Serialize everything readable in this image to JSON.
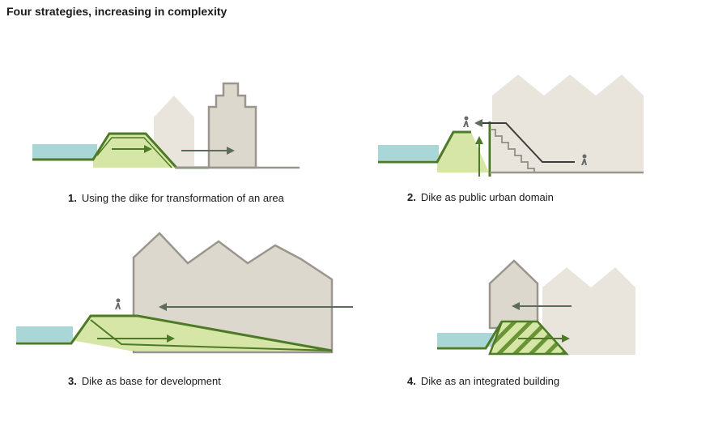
{
  "title": "Four strategies, increasing in complexity",
  "panels": [
    {
      "number": "1.",
      "caption": "Using the dike for transformation of an area"
    },
    {
      "number": "2.",
      "caption": "Dike as public urban domain"
    },
    {
      "number": "3.",
      "caption": "Dike as base for development"
    },
    {
      "number": "4.",
      "caption": "Dike as an integrated building"
    }
  ],
  "colors": {
    "water": "#a9d6d6",
    "water_dark": "#5aa7a7",
    "dike_fill": "#d6e6a6",
    "dike_line": "#4d7a26",
    "building_light": "#e9e5dd",
    "building_mid": "#ddd8ce",
    "building_line": "#9a968e",
    "arrow": "#5c6b5c"
  }
}
